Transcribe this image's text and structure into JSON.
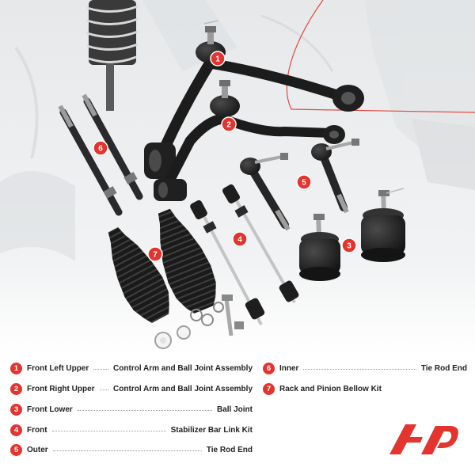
{
  "callouts": [
    "1",
    "2",
    "3",
    "4",
    "5",
    "6",
    "7"
  ],
  "legend": {
    "items": [
      {
        "number": "1",
        "position": "Front Left Upper",
        "part": "Control Arm and Ball Joint Assembly"
      },
      {
        "number": "2",
        "position": "Front Right Upper",
        "part": "Control Arm and Ball Joint Assembly"
      },
      {
        "number": "3",
        "position": "Front Lower",
        "part": "Ball Joint"
      },
      {
        "number": "4",
        "position": "Front",
        "part": "Stabilizer Bar Link Kit"
      },
      {
        "number": "5",
        "position": "Outer",
        "part": "Tie Rod End"
      },
      {
        "number": "6",
        "position": "Inner",
        "part": "Tie Rod End"
      },
      {
        "number": "7",
        "position": "Rack and Pinion Bellow Kit"
      }
    ]
  },
  "logo": {
    "icon": "ap-logo-icon"
  },
  "colors": {
    "accent": "#e3342f",
    "text": "#222222",
    "dots": "#9a9a9a",
    "parts": "#1c1c1c"
  }
}
